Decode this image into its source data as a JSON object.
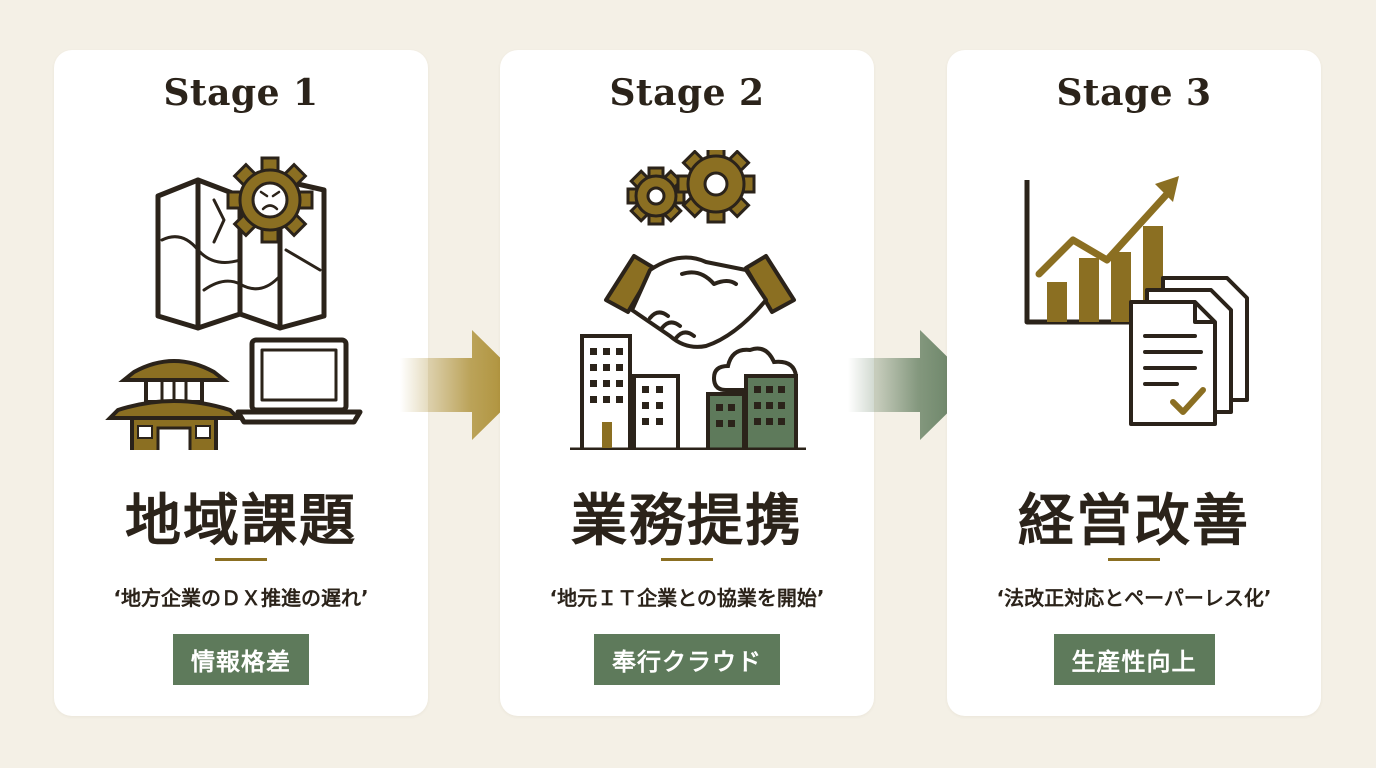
{
  "stages": [
    {
      "label": "Stage 1",
      "title": "地域課題",
      "caption": "‘地方企業のＤＸ推進の遅れ’",
      "badge": "情報格差",
      "icons": [
        "folded-map-icon",
        "frustrated-gear-icon",
        "japanese-castle-icon",
        "laptop-icon"
      ]
    },
    {
      "label": "Stage 2",
      "title": "業務提携",
      "caption": "‘地元ＩＴ企業との協業を開始’",
      "badge": "奉行クラウド",
      "icons": [
        "gears-icon",
        "handshake-icon",
        "office-buildings-icon",
        "cloud-icon"
      ]
    },
    {
      "label": "Stage 3",
      "title": "経営改善",
      "caption": "‘法改正対応とペーパーレス化’",
      "badge": "生産性向上",
      "icons": [
        "growth-chart-icon",
        "documents-checkmark-icon"
      ]
    }
  ],
  "arrows": [
    {
      "icon": "gold-right-arrow-icon",
      "color": "#a8892a"
    },
    {
      "icon": "green-right-arrow-icon",
      "color": "#5e7a5b"
    }
  ],
  "colors": {
    "background": "#f4f0e6",
    "card": "#ffffff",
    "gold": "#8b6f22",
    "green": "#5e7a5b",
    "text": "#2b231a"
  }
}
